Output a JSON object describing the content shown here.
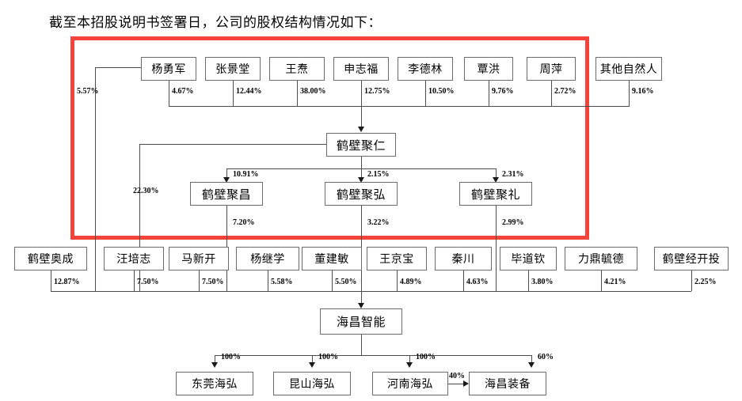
{
  "heading": "截至本招股说明书签署日，公司的股权结构情况如下：",
  "colors": {
    "highlight_rect": "#f4433a",
    "box_border": "#6b6b6b",
    "line": "#4d4d4d",
    "text": "#000000",
    "background": "#ffffff"
  },
  "chart_data": {
    "type": "diagram",
    "title": "截至本招股说明书签署日，公司的股权结构情况如下：",
    "subtype": "equity-ownership-structure-tree",
    "levels": [
      {
        "name": "natural-persons-row",
        "nodes": [
          "杨勇军",
          "张景堂",
          "王焘",
          "申志福",
          "李德林",
          "覃洪",
          "周萍",
          "其他自然人"
        ]
      },
      {
        "name": "holding-platform-parent",
        "nodes": [
          "鹤壁聚仁"
        ]
      },
      {
        "name": "holding-platforms",
        "nodes": [
          "鹤壁聚昌",
          "鹤壁聚弘",
          "鹤壁聚礼"
        ]
      },
      {
        "name": "direct-shareholders-row",
        "nodes": [
          "鹤壁奥成",
          "汪培志",
          "马新开",
          "杨继学",
          "董建敏",
          "王京宝",
          "秦川",
          "毕道钦",
          "力鼎毓德",
          "鹤壁经开投"
        ]
      },
      {
        "name": "issuer",
        "nodes": [
          "海昌智能"
        ]
      },
      {
        "name": "subsidiaries",
        "nodes": [
          "东莞海弘",
          "昆山海弘",
          "河南海弘",
          "海昌装备"
        ]
      }
    ],
    "edges": [
      {
        "from": "杨勇军",
        "to": "海昌智能",
        "value": "5.57%"
      },
      {
        "from": "杨勇军",
        "to": "鹤壁聚仁",
        "value": "4.67%"
      },
      {
        "from": "张景堂",
        "to": "鹤壁聚仁",
        "value": "12.44%"
      },
      {
        "from": "王焘",
        "to": "鹤壁聚仁",
        "value": "38.00%"
      },
      {
        "from": "申志福",
        "to": "鹤壁聚仁",
        "value": "12.75%"
      },
      {
        "from": "李德林",
        "to": "鹤壁聚仁",
        "value": "10.50%"
      },
      {
        "from": "覃洪",
        "to": "鹤壁聚仁",
        "value": "9.76%"
      },
      {
        "from": "周萍",
        "to": "鹤壁聚仁",
        "value": "2.72%"
      },
      {
        "from": "其他自然人",
        "to": "鹤壁聚仁",
        "value": "9.16%"
      },
      {
        "from": "鹤壁聚仁",
        "to": "鹤壁聚昌",
        "value": "10.91%"
      },
      {
        "from": "鹤壁聚仁",
        "to": "鹤壁聚弘",
        "value": "2.15%"
      },
      {
        "from": "鹤壁聚仁",
        "to": "鹤壁聚礼",
        "value": "2.31%"
      },
      {
        "from": "鹤壁聚仁",
        "to": "海昌智能",
        "value": "22.30%"
      },
      {
        "from": "鹤壁聚昌",
        "to": "海昌智能",
        "value": "7.20%"
      },
      {
        "from": "鹤壁聚弘",
        "to": "海昌智能",
        "value": "3.22%"
      },
      {
        "from": "鹤壁聚礼",
        "to": "海昌智能",
        "value": "2.99%"
      },
      {
        "from": "鹤壁奥成",
        "to": "海昌智能",
        "value": "12.87%"
      },
      {
        "from": "汪培志",
        "to": "海昌智能",
        "value": "7.50%"
      },
      {
        "from": "马新开",
        "to": "海昌智能",
        "value": "7.50%"
      },
      {
        "from": "杨继学",
        "to": "海昌智能",
        "value": "5.58%"
      },
      {
        "from": "董建敏",
        "to": "海昌智能",
        "value": "5.50%"
      },
      {
        "from": "王京宝",
        "to": "海昌智能",
        "value": "4.89%"
      },
      {
        "from": "秦川",
        "to": "海昌智能",
        "value": "4.63%"
      },
      {
        "from": "毕道钦",
        "to": "海昌智能",
        "value": "3.80%"
      },
      {
        "from": "力鼎毓德",
        "to": "海昌智能",
        "value": "4.21%"
      },
      {
        "from": "鹤壁经开投",
        "to": "海昌智能",
        "value": "2.25%"
      },
      {
        "from": "海昌智能",
        "to": "东莞海弘",
        "value": "100%"
      },
      {
        "from": "海昌智能",
        "to": "昆山海弘",
        "value": "100%"
      },
      {
        "from": "海昌智能",
        "to": "河南海弘",
        "value": "100%"
      },
      {
        "from": "海昌智能",
        "to": "海昌装备",
        "value": "60%"
      },
      {
        "from": "河南海弘",
        "to": "海昌装备",
        "value": "40%"
      }
    ]
  },
  "nodes": {
    "row1": [
      {
        "label": "杨勇军"
      },
      {
        "label": "张景堂"
      },
      {
        "label": "王焘"
      },
      {
        "label": "申志福"
      },
      {
        "label": "李德林"
      },
      {
        "label": "覃洪"
      },
      {
        "label": "周萍"
      },
      {
        "label": "其他自然人"
      }
    ],
    "juren": {
      "label": "鹤壁聚仁"
    },
    "row2": [
      {
        "label": "鹤壁聚昌"
      },
      {
        "label": "鹤壁聚弘"
      },
      {
        "label": "鹤壁聚礼"
      }
    ],
    "row3": [
      {
        "label": "鹤壁奥成"
      },
      {
        "label": "汪培志"
      },
      {
        "label": "马新开"
      },
      {
        "label": "杨继学"
      },
      {
        "label": "董建敏"
      },
      {
        "label": "王京宝"
      },
      {
        "label": "秦川"
      },
      {
        "label": "毕道钦"
      },
      {
        "label": "力鼎毓德"
      },
      {
        "label": "鹤壁经开投"
      }
    ],
    "issuer": {
      "label": "海昌智能"
    },
    "row4": [
      {
        "label": "东莞海弘"
      },
      {
        "label": "昆山海弘"
      },
      {
        "label": "河南海弘"
      },
      {
        "label": "海昌装备"
      }
    ]
  },
  "percents": {
    "p_yangyongjun_issuer": "5.57%",
    "row1": [
      "4.67%",
      "12.44%",
      "38.00%",
      "12.75%",
      "10.50%",
      "9.76%",
      "2.72%",
      "9.16%"
    ],
    "p_juren_issuer": "22.30%",
    "row2_from_juren": [
      "10.91%",
      "2.15%",
      "2.31%"
    ],
    "row2_to_issuer": [
      "7.20%",
      "3.22%",
      "2.99%"
    ],
    "row3": [
      "12.87%",
      "7.50%",
      "7.50%",
      "5.58%",
      "5.50%",
      "4.89%",
      "4.63%",
      "3.80%",
      "4.21%",
      "2.25%"
    ],
    "row4": [
      "100%",
      "100%",
      "100%",
      "60%"
    ],
    "p_henan_haichang": "40%"
  }
}
